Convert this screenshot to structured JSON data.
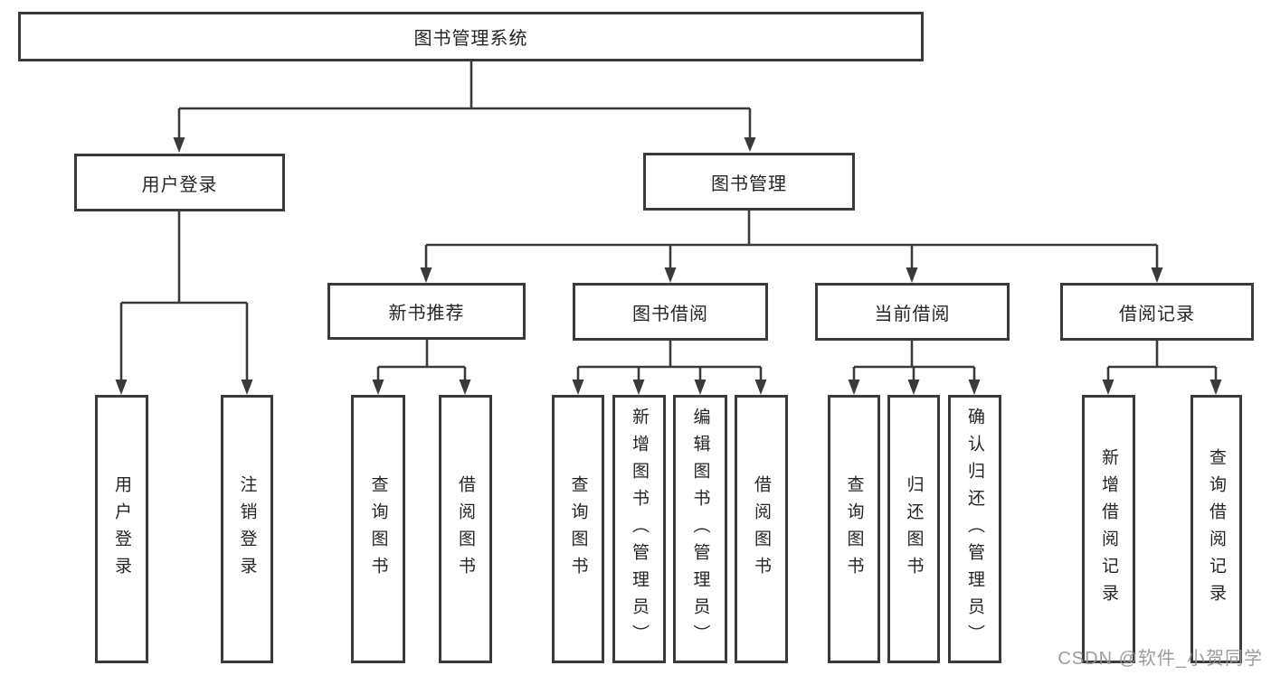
{
  "diagram": {
    "title": "图书管理系统",
    "colors": {
      "line": "#3a3a3a",
      "box_border": "#3a3a3a",
      "text": "#252525",
      "watermark": "#949494",
      "background": "#ffffff"
    },
    "nodes": {
      "root": {
        "label": "图书管理系统"
      },
      "level2": {
        "user_login": {
          "label": "用户登录"
        },
        "book_mgmt": {
          "label": "图书管理"
        }
      },
      "level3": {
        "new_book_rec": {
          "label": "新书推荐"
        },
        "book_borrow": {
          "label": "图书借阅"
        },
        "current_borrow": {
          "label": "当前借阅"
        },
        "borrow_records": {
          "label": "借阅记录"
        }
      },
      "leaves": {
        "user_login": {
          "label": "用户登录"
        },
        "logout": {
          "label": "注销登录"
        },
        "query_book_rec": {
          "label": "查询图书"
        },
        "borrow_book_rec": {
          "label": "借阅图书"
        },
        "query_book_borrow": {
          "label": "查询图书"
        },
        "add_book_admin": {
          "label": "新增图书（管理员）"
        },
        "edit_book_admin": {
          "label": "编辑图书（管理员）"
        },
        "borrow_book_borrow": {
          "label": "借阅图书"
        },
        "query_book_current": {
          "label": "查询图书"
        },
        "return_book": {
          "label": "归还图书"
        },
        "confirm_return_admin": {
          "label": "确认归还（管理员）"
        },
        "add_borrow_record": {
          "label": "新增借阅记录"
        },
        "query_borrow_record": {
          "label": "查询借阅记录"
        }
      }
    }
  },
  "watermark": {
    "text": "CSDN @软件_小贺同学"
  }
}
